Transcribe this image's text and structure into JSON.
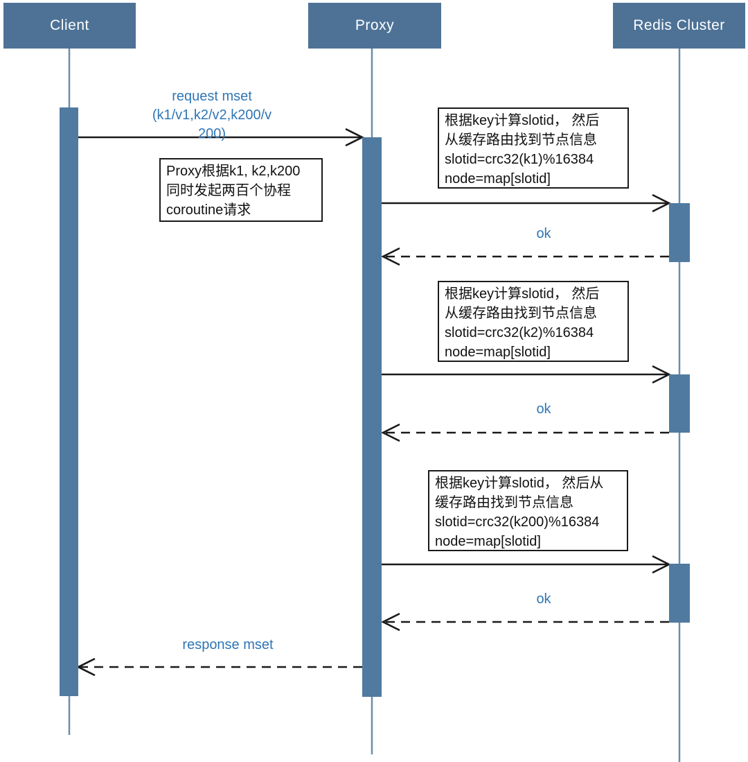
{
  "actors": [
    {
      "id": "client",
      "label": "Client"
    },
    {
      "id": "proxy",
      "label": "Proxy"
    },
    {
      "id": "redis",
      "label": "Redis Cluster"
    }
  ],
  "messages": {
    "request": {
      "label": "request mset\n(k1/v1,k2/v2,k200/v\n200)",
      "style": "solid",
      "from": "client",
      "to": "proxy"
    },
    "ok1": {
      "label": "ok",
      "style": "dashed",
      "from": "redis",
      "to": "proxy"
    },
    "ok2": {
      "label": "ok",
      "style": "dashed",
      "from": "redis",
      "to": "proxy"
    },
    "ok3": {
      "label": "ok",
      "style": "dashed",
      "from": "redis",
      "to": "proxy"
    },
    "response": {
      "label": "response mset",
      "style": "dashed",
      "from": "proxy",
      "to": "client"
    }
  },
  "notes": {
    "proxy_fanout": {
      "lines": [
        "Proxy根据k1, k2,k200",
        "同时发起两百个协程",
        "coroutine请求"
      ]
    },
    "slot_k1": {
      "lines": [
        "根据key计算slotid， 然后",
        "从缓存路由找到节点信息",
        "slotid=crc32(k1)%16384",
        "node=map[slotid]"
      ]
    },
    "slot_k2": {
      "lines": [
        "根据key计算slotid， 然后",
        "从缓存路由找到节点信息",
        "slotid=crc32(k2)%16384",
        "node=map[slotid]"
      ]
    },
    "slot_k200": {
      "lines": [
        "根据key计算slotid， 然后从",
        "缓存路由找到节点信息",
        "slotid=crc32(k200)%16384",
        "node=map[slotid]"
      ]
    }
  },
  "colors": {
    "actor_fill": "#4d7296",
    "activation_fill": "#507aa0",
    "lifeline": "#6e8ca9",
    "message_text": "#2f75b5",
    "arrow": "#1a1a1a",
    "note_border": "#1a1a1a"
  }
}
